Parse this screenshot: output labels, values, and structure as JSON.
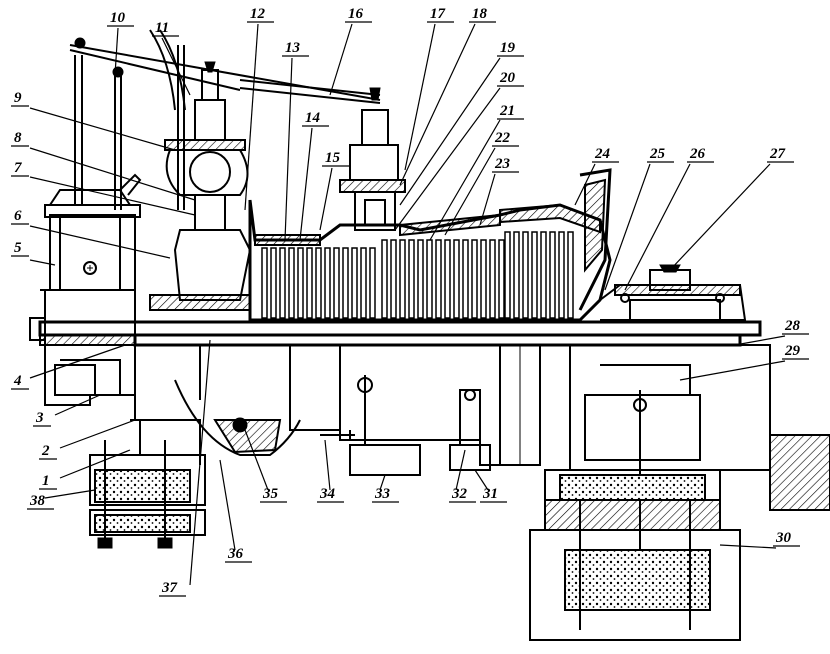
{
  "figure": {
    "labels": [
      {
        "id": "1",
        "text": "1"
      },
      {
        "id": "2",
        "text": "2"
      },
      {
        "id": "3",
        "text": "3"
      },
      {
        "id": "4",
        "text": "4"
      },
      {
        "id": "5",
        "text": "5"
      },
      {
        "id": "6",
        "text": "6"
      },
      {
        "id": "7",
        "text": "7"
      },
      {
        "id": "8",
        "text": "8"
      },
      {
        "id": "9",
        "text": "9"
      },
      {
        "id": "10",
        "text": "10"
      },
      {
        "id": "11",
        "text": "11"
      },
      {
        "id": "12",
        "text": "12"
      },
      {
        "id": "13",
        "text": "13"
      },
      {
        "id": "14",
        "text": "14"
      },
      {
        "id": "15",
        "text": "15"
      },
      {
        "id": "16",
        "text": "16"
      },
      {
        "id": "17",
        "text": "17"
      },
      {
        "id": "18",
        "text": "18"
      },
      {
        "id": "19",
        "text": "19"
      },
      {
        "id": "20",
        "text": "20"
      },
      {
        "id": "21",
        "text": "21"
      },
      {
        "id": "22",
        "text": "22"
      },
      {
        "id": "23",
        "text": "23"
      },
      {
        "id": "24",
        "text": "24"
      },
      {
        "id": "25",
        "text": "25"
      },
      {
        "id": "26",
        "text": "26"
      },
      {
        "id": "27",
        "text": "27"
      },
      {
        "id": "28",
        "text": "28"
      },
      {
        "id": "29",
        "text": "29"
      },
      {
        "id": "30",
        "text": "30"
      },
      {
        "id": "31",
        "text": "31"
      },
      {
        "id": "32",
        "text": "32"
      },
      {
        "id": "33",
        "text": "33"
      },
      {
        "id": "34",
        "text": "34"
      },
      {
        "id": "35",
        "text": "35"
      },
      {
        "id": "36",
        "text": "36"
      },
      {
        "id": "37",
        "text": "37"
      },
      {
        "id": "38",
        "text": "38"
      }
    ]
  }
}
